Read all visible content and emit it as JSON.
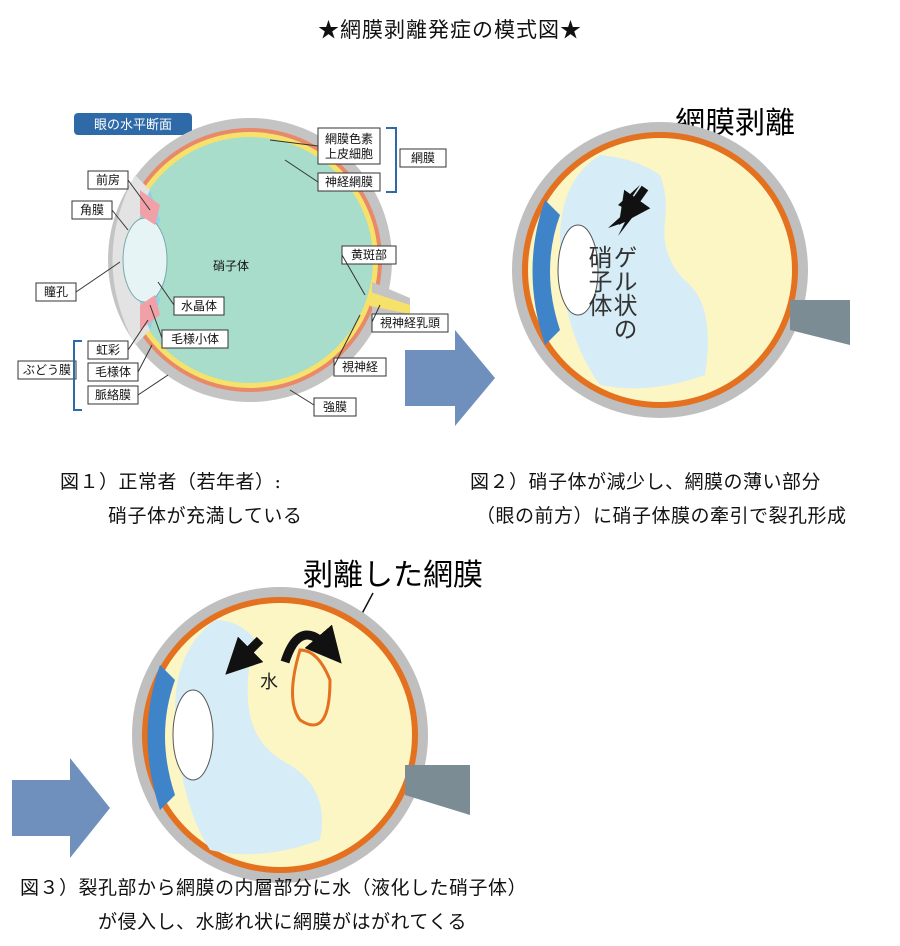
{
  "title": "★網膜剥離発症の模式図★",
  "fig1": {
    "header": "眼の水平断面",
    "labels": {
      "anterior_chamber": "前房",
      "cornea": "角膜",
      "pupil": "瞳孔",
      "iris": "虹彩",
      "uvea": "ぶどう膜",
      "ciliary_body": "毛様体",
      "choroid": "脈絡膜",
      "vitreous": "硝子体",
      "lens": "水晶体",
      "zonule": "毛様小体",
      "rpe_line1": "網膜色素",
      "rpe_line2": "上皮細胞",
      "neural_retina": "神経網膜",
      "retina": "網膜",
      "macula": "黄斑部",
      "optic_disc": "視神経乳頭",
      "optic_nerve": "視神経",
      "sclera": "強膜"
    },
    "caption_line1": "図１）正常者（若年者）:",
    "caption_line2": "硝子体が充満している"
  },
  "fig2": {
    "title": "網膜剥離",
    "vitreous_label": [
      "ゲル状の",
      "硝子体"
    ],
    "caption_line1": "図２）硝子体が減少し、網膜の薄い部分",
    "caption_line2": "（眼の前方）に硝子体膜の牽引で裂孔形成"
  },
  "fig3": {
    "title": "剥離した網膜",
    "water_label": "水",
    "caption_line1": "図３）裂孔部から網膜の内層部分に水（液化した硝子体）",
    "caption_line2": "が侵入し、水膨れ状に網膜がはがれてくる"
  },
  "colors": {
    "sclera": "#c8c8c8",
    "choroid": "#e3711f",
    "vitreous_normal": "#a8dccb",
    "vitreous_gel": "#d6ecf6",
    "liquid": "#fbf6c4",
    "cornea_blue": "#3f84c9",
    "arrow_blue": "#6f8fbd",
    "label_box": "#ffffff",
    "header_blue": "#2e6aa8"
  }
}
